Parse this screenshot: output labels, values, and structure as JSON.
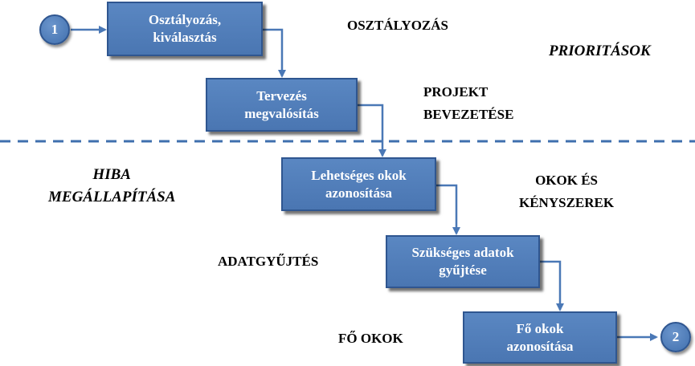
{
  "start_node": "1",
  "end_node": "2",
  "steps": [
    {
      "line1": "Osztályozás,",
      "line2": "kiválasztás"
    },
    {
      "line1": "Tervezés",
      "line2": "megvalósítás"
    },
    {
      "line1": "Lehetséges okok",
      "line2": "azonosítása"
    },
    {
      "line1": "Szükséges adatok",
      "line2": "gyűjtése"
    },
    {
      "line1": "Fő okok",
      "line2": "azonosítása"
    }
  ],
  "phase_labels": {
    "osztalyozas": "OSZTÁLYOZÁS",
    "prioritasok": "PRIORITÁSOK",
    "projekt_line1": "PROJEKT",
    "projekt_line2": "BEVEZETÉSE",
    "hiba_line1": "HIBA",
    "hiba_line2": "MEGÁLLAPÍTÁSA",
    "okok_line1": "OKOK ÉS",
    "okok_line2": "KÉNYSZEREK",
    "adatgyujtes": "ADATGYŰJTÉS",
    "fo_okok": "FŐ OKOK"
  },
  "colors": {
    "box_fill": "#4f7fbf",
    "box_border": "#2f5690",
    "connector": "#4a78b6",
    "divider": "#3f6fae"
  }
}
